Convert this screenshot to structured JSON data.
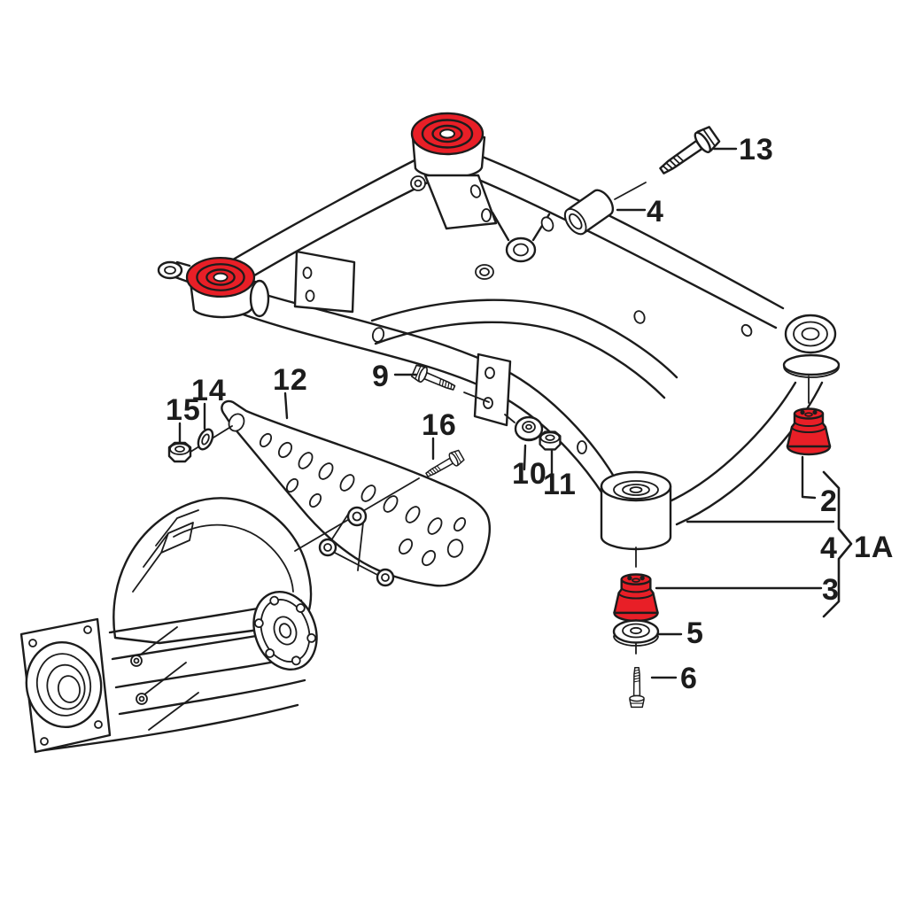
{
  "diagram": {
    "kind": "exploded-parts-diagram",
    "subject": "rear subframe, differential and mounting bushings",
    "background_color": "#ffffff",
    "line_color": "#1c1c1c",
    "highlight_color": "#e81f27",
    "highlighted_callouts": [
      "2",
      "3"
    ],
    "callouts": {
      "c13": {
        "label": "13"
      },
      "c4_top": {
        "label": "4"
      },
      "c9": {
        "label": "9"
      },
      "c12": {
        "label": "12"
      },
      "c14": {
        "label": "14"
      },
      "c15": {
        "label": "15"
      },
      "c16": {
        "label": "16"
      },
      "c10": {
        "label": "10"
      },
      "c11": {
        "label": "11"
      },
      "c2": {
        "label": "2"
      },
      "c4_assembly": {
        "label": "4"
      },
      "c1a": {
        "label": "1A"
      },
      "c3": {
        "label": "3"
      },
      "c5": {
        "label": "5"
      },
      "c6": {
        "label": "6"
      }
    }
  }
}
